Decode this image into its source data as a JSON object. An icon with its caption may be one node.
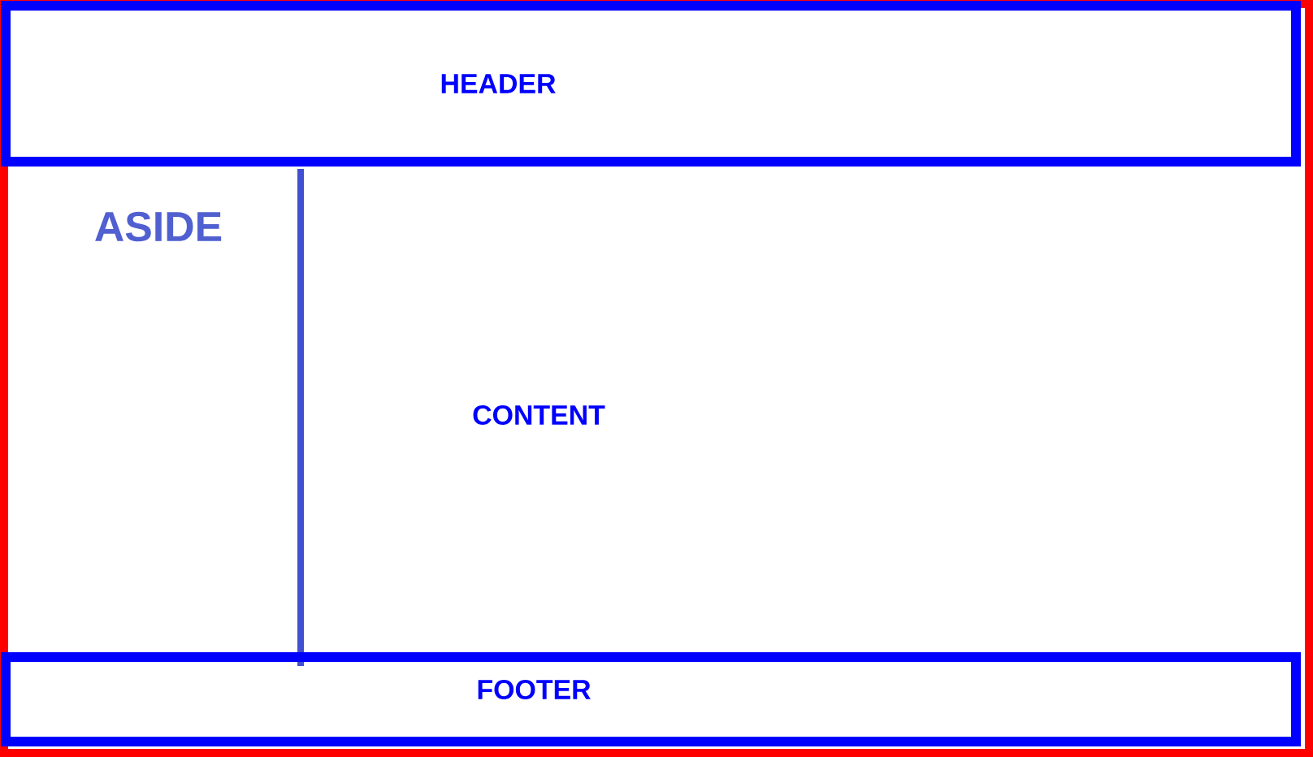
{
  "diagram": {
    "nodes": [
      {
        "text": [],
        "shape": "box"
      },
      {
        "text": [
          "HEADER"
        ],
        "in": 0
      },
      {
        "text": [
          "ASIDE"
        ],
        "in": 0
      },
      {
        "text": [
          "CONTENT"
        ],
        "in": 0
      },
      {
        "text": [
          "FOOTER"
        ],
        "in": 0
      }
    ]
  }
}
